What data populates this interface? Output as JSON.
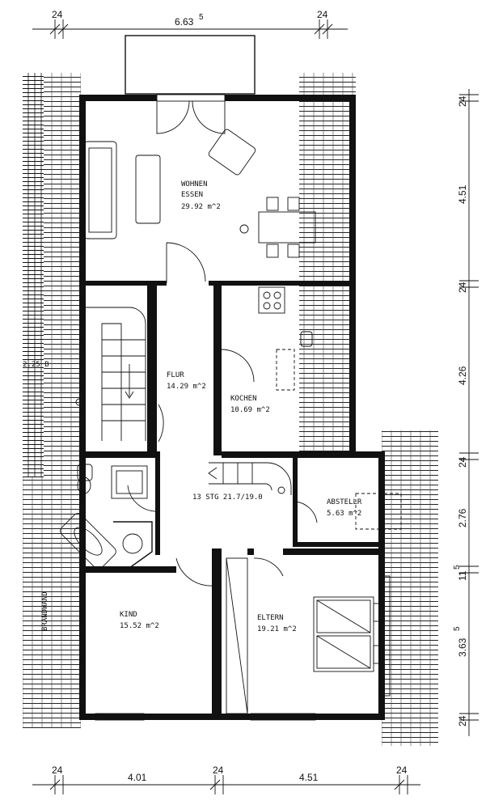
{
  "rooms": {
    "wohnen": {
      "name_line1": "WOHNEN",
      "name_line2": "ESSEN",
      "area": "29.92 m^2"
    },
    "flur": {
      "name": "FLUR",
      "area": "14.29 m^2"
    },
    "kochen": {
      "name": "KOCHEN",
      "area": "10.69 m^2"
    },
    "abstellr": {
      "name": "ABSTELLR",
      "area": "5.63 m^2"
    },
    "kind": {
      "name": "KIND",
      "area": "15.52 m^2"
    },
    "eltern": {
      "name": "ELTERN",
      "area": "19.21 m^2"
    }
  },
  "stair_label": "13 STG 21.7/19.0",
  "brandwand_label": "BRANDWAND",
  "side_mark": "2.25 B",
  "dimensions": {
    "top": {
      "left_wall": "24",
      "span": "6.63",
      "span_sup": "5",
      "right_wall": "24"
    },
    "bottom": {
      "left_wall": "24",
      "span1": "4.01",
      "mid_wall": "24",
      "span2": "4.51",
      "right_wall": "24"
    },
    "right": [
      "24",
      "4.51",
      "24",
      "4.26",
      "24",
      "2.76",
      "11",
      "3.63",
      "24"
    ],
    "right_sup": {
      "mid": "5",
      "low": "5"
    }
  }
}
